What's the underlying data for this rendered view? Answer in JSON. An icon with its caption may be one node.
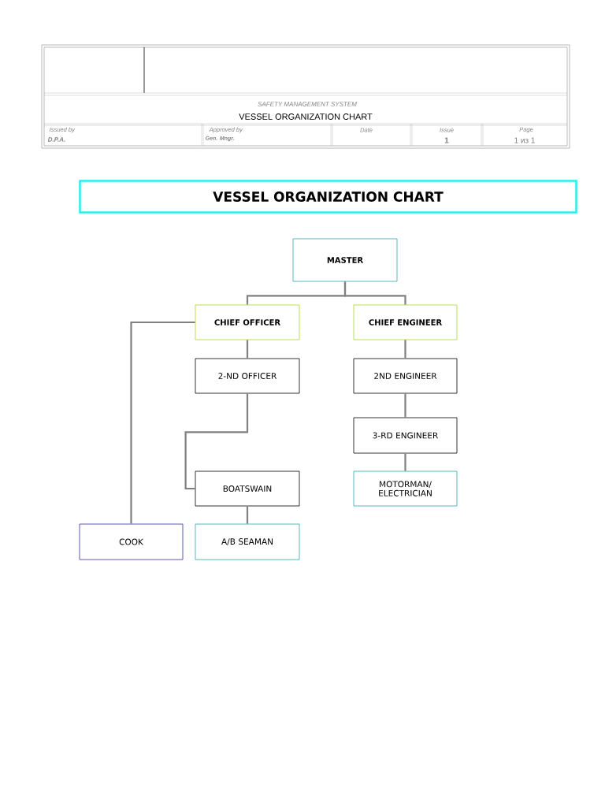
{
  "diagram": {
    "title": "VESSEL ORGANIZATION CHART",
    "nodes": [
      {
        "text": [
          "MASTER"
        ]
      },
      {
        "text": [
          "CHIEF OFFICER"
        ]
      },
      {
        "text": [
          "CHIEF ENGINEER"
        ]
      },
      {
        "text": [
          "2-ND OFFICER"
        ]
      },
      {
        "text": [
          "2ND ENGINEER"
        ]
      },
      {
        "text": [
          "3-RD ENGINEER"
        ]
      },
      {
        "text": [
          "BOATSWAIN"
        ]
      },
      {
        "text": [
          "MOTORMAN/ ELECTRICIAN"
        ]
      },
      {
        "text": [
          "COOK"
        ]
      },
      {
        "text": [
          "A/B SEAMAN"
        ]
      }
    ],
    "edges": [
      {
        "from": 0,
        "to": 1,
        "arrow": "none"
      },
      {
        "from": 0,
        "to": 2,
        "arrow": "none"
      },
      {
        "from": 1,
        "to": 3,
        "arrow": "none"
      },
      {
        "from": 3,
        "to": 6,
        "arrow": "none"
      },
      {
        "from": 6,
        "to": 9,
        "arrow": "none"
      },
      {
        "from": 1,
        "to": 8,
        "arrow": "none"
      },
      {
        "from": 2,
        "to": 4,
        "arrow": "none"
      },
      {
        "from": 4,
        "to": 5,
        "arrow": "none"
      },
      {
        "from": 5,
        "to": 7,
        "arrow": "none"
      }
    ],
    "labels": [
      "SAFETY MANAGEMENT SYSTEM",
      "VESSEL ORGANIZATION CHART",
      "Issued by",
      "D.P.A.",
      "Approved by",
      "Gen. Mngr.",
      "Date",
      "Issue",
      "1",
      "Page",
      "1 из 1"
    ]
  }
}
